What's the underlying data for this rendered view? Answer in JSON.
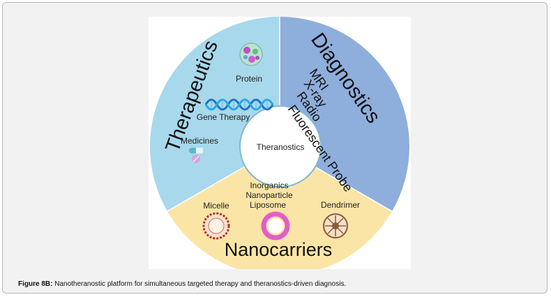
{
  "diagram": {
    "center_label": "Theranostics",
    "therapeutics": {
      "title": "Therapeutics",
      "items": [
        "Protein",
        "Gene Therapy",
        "Medicines"
      ],
      "color": "#a8d8ec"
    },
    "diagnostics": {
      "title": "Diagnostics",
      "items": [
        "MRI",
        "X-ray",
        "Radio",
        "Fluorescent Probe"
      ],
      "color": "#8eaedc"
    },
    "nanocarriers": {
      "title": "Nanocarriers",
      "items": [
        "Micelle",
        "Inorganics",
        "Nanoparticle",
        "Liposome",
        "Dendrimer"
      ],
      "color": "#fbe5a6"
    }
  },
  "caption": {
    "label": "Figure 8B:",
    "text": " Nanotheranostic platform for simultaneous targeted therapy and theranostics-driven diagnosis."
  }
}
